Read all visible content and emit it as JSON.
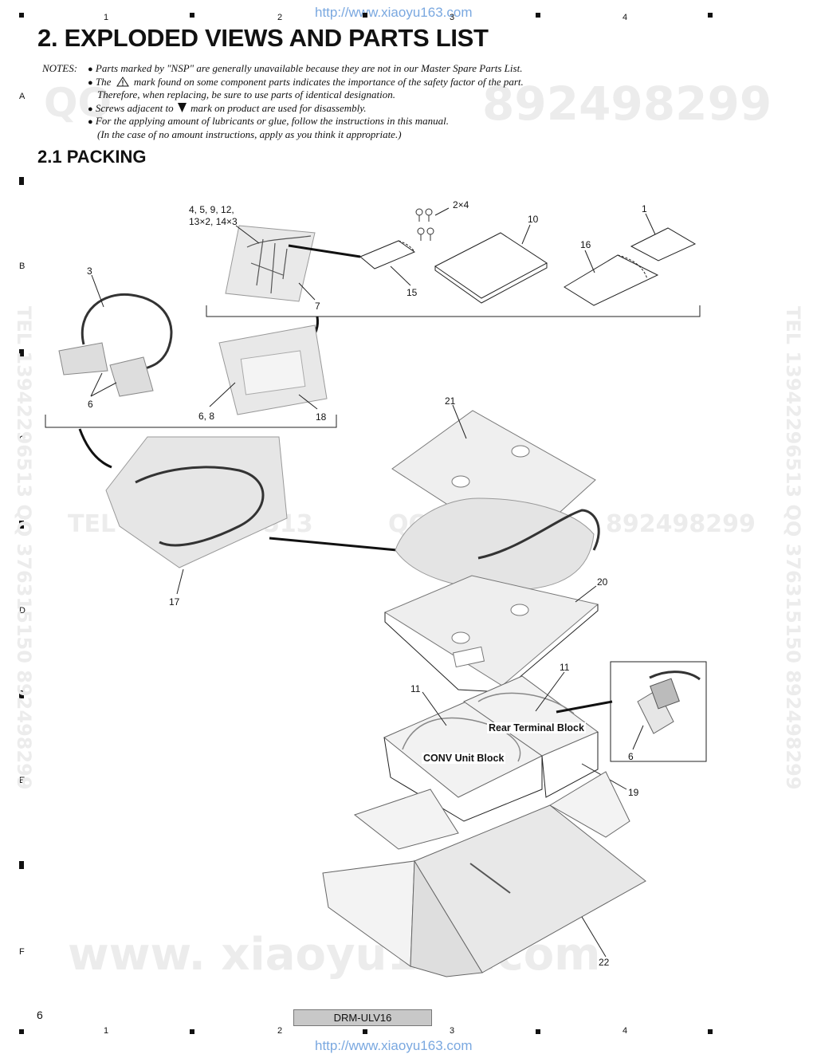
{
  "header_url": "http://www.xiaoyu163.com",
  "footer_url": "http://www.xiaoyu163.com",
  "column_numbers": [
    "1",
    "2",
    "3",
    "4"
  ],
  "row_letters": [
    "A",
    "B",
    "C",
    "D",
    "E",
    "F"
  ],
  "title": "2. EXPLODED VIEWS AND PARTS LIST",
  "notes": {
    "label": "NOTES:",
    "lines": [
      "Parts marked by \"NSP\" are generally unavailable because they are not in our Master Spare Parts List.",
      "The",
      "mark found on some component parts indicates the importance of the safety factor of the part.",
      "Therefore, when replacing, be sure to use parts of identical designation.",
      "Screws adjacent to",
      "mark on product are used for disassembly.",
      "For the applying amount of lubricants or glue, follow the instructions in this manual.",
      "(In the case of no amount instructions, apply as you think it appropriate.)"
    ]
  },
  "section_title": "2.1  PACKING",
  "callouts": {
    "c_group1": "4, 5, 9, 12,",
    "c_group2": "13×2, 14×3",
    "c_2x4": "2×4",
    "c_10": "10",
    "c_1": "1",
    "c_16": "16",
    "c_15": "15",
    "c_7": "7",
    "c_3": "3",
    "c_6a": "6",
    "c_68": "6, 8",
    "c_18": "18",
    "c_21": "21",
    "c_17": "17",
    "c_20": "20",
    "c_11a": "11",
    "c_11b": "11",
    "c_6b": "6",
    "c_19": "19",
    "c_22": "22"
  },
  "block_labels": {
    "rear": "Rear Terminal Block",
    "conv": "CONV Unit Block"
  },
  "watermarks": {
    "qq_left": "QQ",
    "qq_right": "892498299",
    "tel_mid": "TEL",
    "tel_mid_num": "513",
    "qq_mid": "QQ",
    "qq_mid_num": "892498299",
    "site_bottom": "www. xiaoyu163.com",
    "vertical_left": "TEL 13942296513 QQ 376315150 892498299",
    "vertical_right": "TEL 13942296513 QQ 376315150 892498299"
  },
  "page_number": "6",
  "model": "DRM-ULV16"
}
